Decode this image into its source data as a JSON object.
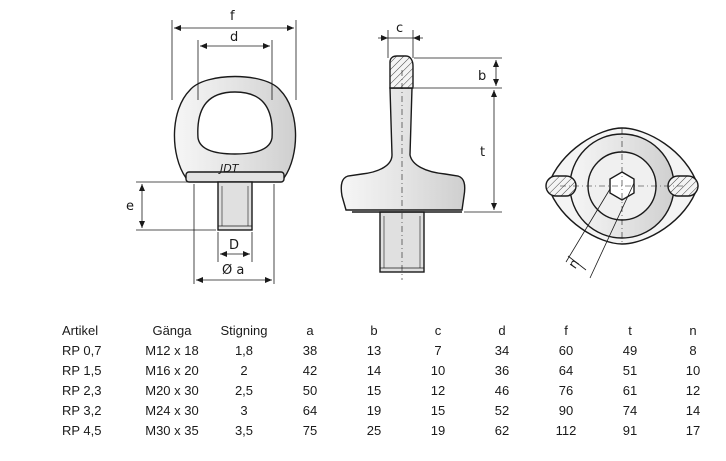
{
  "drawing": {
    "labels": {
      "f": "f",
      "d": "d",
      "c": "c",
      "b": "b",
      "t": "t",
      "e": "e",
      "D": "D",
      "a": "Ø a",
      "n": "n",
      "logo": "JDT"
    }
  },
  "table": {
    "headers": [
      "Artikel",
      "Gänga",
      "Stigning",
      "a",
      "b",
      "c",
      "d",
      "f",
      "t",
      "n"
    ],
    "rows": [
      [
        "RP 0,7",
        "M12 x 18",
        "1,8",
        "38",
        "13",
        "7",
        "34",
        "60",
        "49",
        "8"
      ],
      [
        "RP 1,5",
        "M16 x 20",
        "2",
        "42",
        "14",
        "10",
        "36",
        "64",
        "51",
        "10"
      ],
      [
        "RP 2,3",
        "M20 x 30",
        "2,5",
        "50",
        "15",
        "12",
        "46",
        "76",
        "61",
        "12"
      ],
      [
        "RP 3,2",
        "M24 x 30",
        "3",
        "64",
        "19",
        "15",
        "52",
        "90",
        "74",
        "14"
      ],
      [
        "RP 4,5",
        "M30 x 35",
        "3,5",
        "75",
        "25",
        "19",
        "62",
        "112",
        "91",
        "17"
      ]
    ]
  }
}
